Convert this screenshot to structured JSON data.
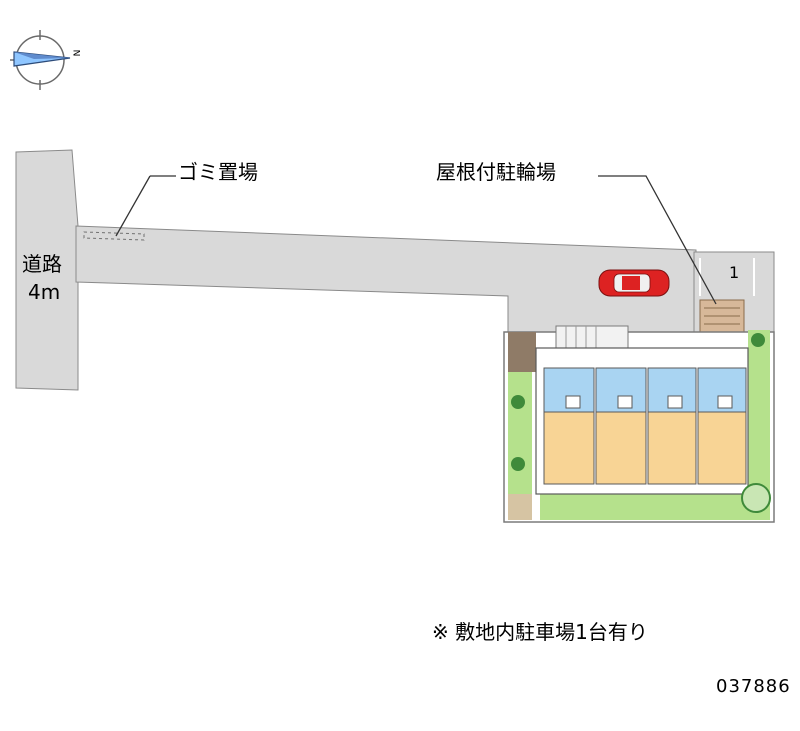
{
  "compass": {
    "north_label": "N",
    "icon": "compass-rose-icon"
  },
  "road": {
    "name": "道路",
    "width": "4m"
  },
  "labels": {
    "garbage_area": "ゴミ置場",
    "covered_bicycle_parking": "屋根付駐輪場",
    "parking_space_number": "1"
  },
  "note": "※ 敷地内駐車場1台有り",
  "property_id": "037886",
  "colors": {
    "road": "#d9d9d9",
    "outline": "#8a8a8a",
    "lawn": "#b5e18c",
    "room": "#f8d495",
    "wet_area": "#a9d4f2",
    "car": "#dd2222",
    "tree": "#3f8a3a"
  }
}
